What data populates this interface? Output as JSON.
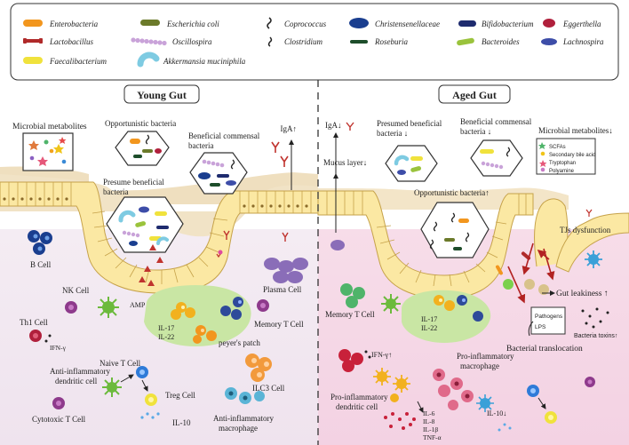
{
  "legend": {
    "items": [
      {
        "label": "Enterobacteria"
      },
      {
        "label": "Escherichia coli"
      },
      {
        "label": "Coprococcus"
      },
      {
        "label": "Christensenellaceae"
      },
      {
        "label": "Bifidobacterium"
      },
      {
        "label": "Eggerthella"
      },
      {
        "label": "Lactobacillus"
      },
      {
        "label": "Oscillospira"
      },
      {
        "label": "Clostridium"
      },
      {
        "label": "Faecalibacterium"
      },
      {
        "label": "Akkermansia muciniphila"
      },
      {
        "label": "Roseburia"
      },
      {
        "label": "Bacteroides"
      },
      {
        "label": "Lachnospira"
      }
    ]
  },
  "young": {
    "title": "Young Gut",
    "metabolites": "Microbial metabolites",
    "opportunistic": "Opportunistic bacteria",
    "beneficial_1": "Beneficial commensal",
    "beneficial_2": "bacteria",
    "presumed_1": "Presume beneficial",
    "presumed_2": "bacteria",
    "iga": "IgA↑",
    "b_cell": "B Cell",
    "nk_cell": "NK Cell",
    "th1_cell": "Th1 Cell",
    "ifn": "IFN-γ",
    "amp": "AMP",
    "il17": "IL-17",
    "il22": "IL-22",
    "peyers": "peyer's patch",
    "plasma": "Plasma Cell",
    "memory": "Memory T Cell",
    "naive": "Naive T Cell",
    "anti_dc_1": "Anti-inflammatory",
    "anti_dc_2": "dendritic cell",
    "treg": "Treg Cell",
    "il10": "IL-10",
    "ilc3": "ILC3 Cell",
    "cytotoxic": "Cytotoxic T Cell",
    "anti_mac_1": "Anti-inflammatory",
    "anti_mac_2": "macrophage"
  },
  "aged": {
    "title": "Aged Gut",
    "iga": "IgA↓",
    "presumed_1": "Presumed beneficial",
    "presumed_2": "bacteria ↓",
    "beneficial_1": "Beneficial commensal",
    "beneficial_2": "bacteria ↓",
    "metabolites": "Microbial metabolites↓",
    "mucus": "Mucus layer↓",
    "opportunistic": "Opportunistic bacteria↑",
    "scfa": "SCFAs",
    "bile": "Secondary bile acid",
    "tryptophan": "Tryptophan",
    "polyamine": "Polyamine",
    "tjs": "TJs dysfunction",
    "leakiness": "Gut leakiness ↑",
    "memory": "Memory T Cell",
    "il17": "IL-17",
    "il22": "IL-22",
    "pathogens": "Pathogens",
    "lps": "LPS",
    "toxins": "Bacteria toxins↑",
    "translocation": "Bacterial translocation",
    "ifn": "IFN-γ↑",
    "pro_mac_1": "Pro-inflammatory",
    "pro_mac_2": "macrophage",
    "pro_dc_1": "Pro-inflammatory",
    "pro_dc_2": "dendritic cell",
    "il6": "IL-6",
    "il8": "IL-8",
    "il1b": "IL-1β",
    "tnf": "TNF-α",
    "il10": "IL-10↓"
  }
}
